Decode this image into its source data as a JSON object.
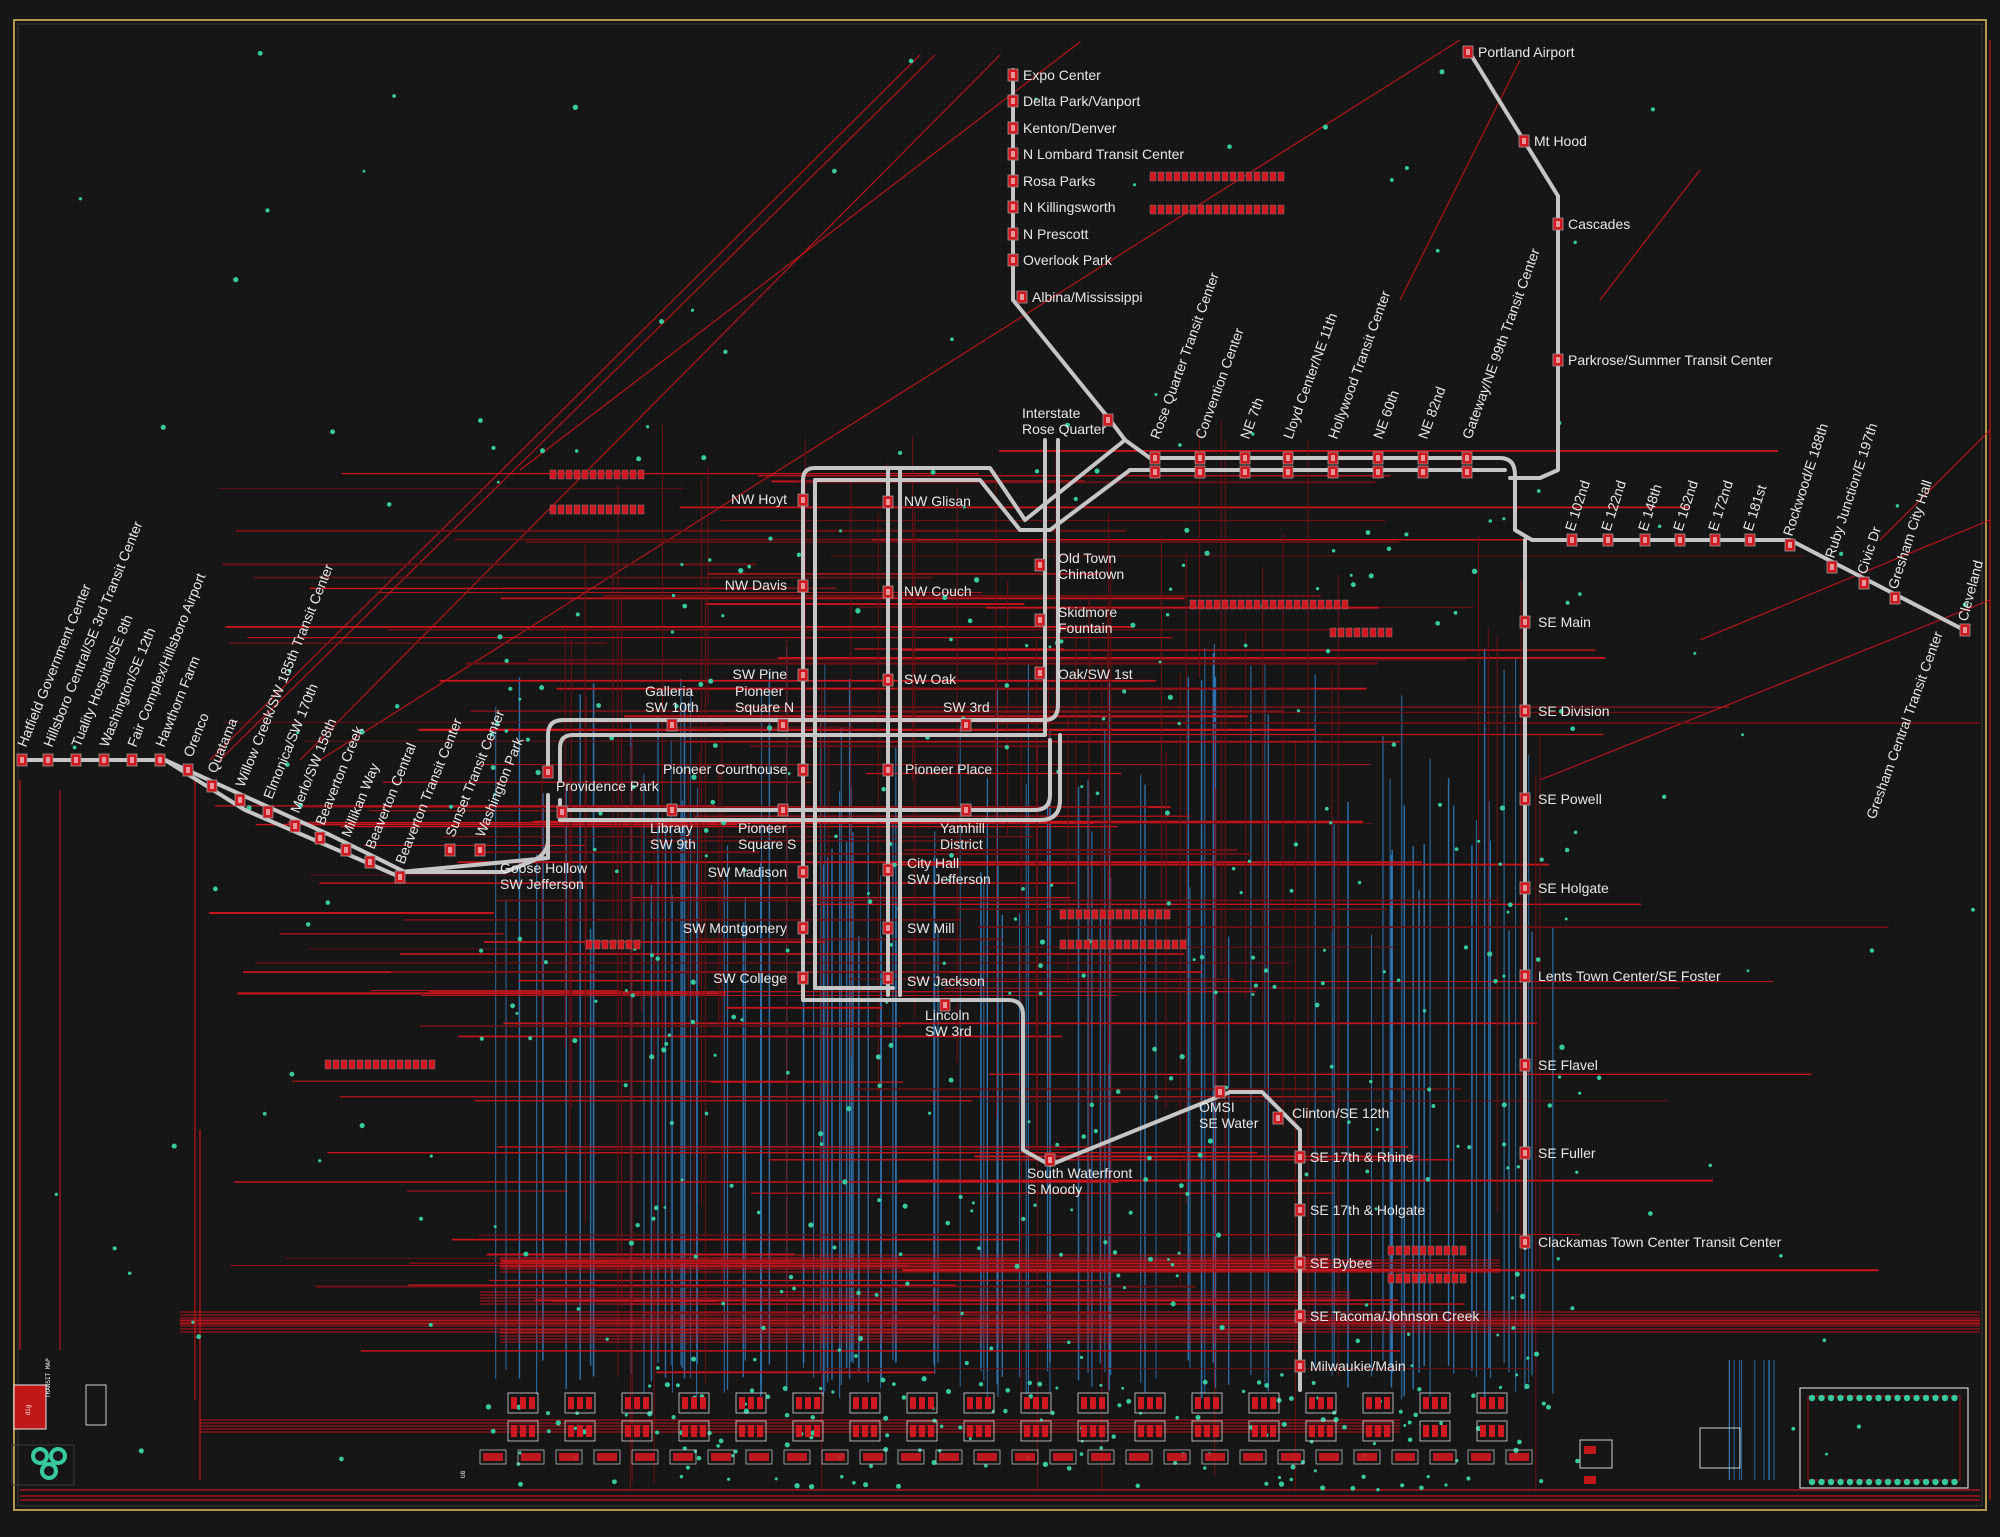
{
  "colors": {
    "background": "#161616",
    "frame": "#b09850",
    "grid": "#262626",
    "top_trace": "#c8141c",
    "top_trace_dim": "#6e1014",
    "bottom_trace": "#2f7fc2",
    "via": "#37c9a0",
    "pad": "#d01820",
    "silkscreen": "#e6e6e6",
    "line_track": "#c8c8c8"
  },
  "stations": {
    "yellow": [
      "Expo Center",
      "Delta Park/Vanport",
      "Kenton/Denver",
      "N Lombard Transit Center",
      "Rosa Parks",
      "N Killingsworth",
      "N Prescott",
      "Overlook Park",
      "Albina/Mississippi"
    ],
    "interstate_rq": [
      "Interstate",
      "Rose Quarter"
    ],
    "red_north": [
      "Portland Airport",
      "Mt Hood",
      "Cascades",
      "Parkrose/Summer Transit Center"
    ],
    "north_mall": [
      "NW Hoyt",
      "NW Davis",
      "SW Pine",
      "NW Glisan",
      "NW Couch",
      "SW Oak"
    ],
    "old_town": [
      "Old Town",
      "Chinatown"
    ],
    "skidmore": [
      "Skidmore",
      "Fountain"
    ],
    "oak_1st": "Oak/SW 1st",
    "galleria": [
      "Galleria",
      "SW 10th"
    ],
    "pioneer_n": [
      "Pioneer",
      "Square N"
    ],
    "sw_3rd": "SW 3rd",
    "providence": "Providence Park",
    "courthouse": "Pioneer Courthouse",
    "pioneer_place": "Pioneer Place",
    "library": [
      "Library",
      "SW 9th"
    ],
    "pioneer_s": [
      "Pioneer",
      "Square S"
    ],
    "yamhill": [
      "Yamhill",
      "District"
    ],
    "goose": [
      "Goose Hollow",
      "SW Jefferson"
    ],
    "madison": "SW Madison",
    "city_hall": [
      "City Hall",
      "SW Jefferson"
    ],
    "montgomery": "SW Montgomery",
    "sw_mill": "SW Mill",
    "college": "SW College",
    "jackson": "SW Jackson",
    "lincoln": [
      "Lincoln",
      "SW 3rd"
    ],
    "east_diag": [
      "Rose Quarter Transit Center",
      "Convention Center",
      "NE 7th",
      "Lloyd Center/NE 11th",
      "Hollywood Transit Center",
      "NE 60th",
      "NE 82nd",
      "Gateway/NE 99th Transit Center"
    ],
    "blue_east": [
      "E 102nd",
      "E 122nd",
      "E 148th",
      "E 162nd",
      "E 172nd",
      "E 181st",
      "Rockwood/E 188th",
      "Ruby Junction/E 197th",
      "Civic Dr",
      "Gresham City Hall",
      "Cleveland",
      "Gresham Central Transit Center"
    ],
    "green": [
      "SE Main",
      "SE Division",
      "SE Powell",
      "SE Holgate",
      "Lents Town Center/SE Foster",
      "SE Flavel",
      "SE Fuller",
      "Clackamas Town Center Transit Center"
    ],
    "west": [
      "Hatfield Government Center",
      "Hillsboro Central/SE 3rd Transit Center",
      "Tuality Hospital/SE 8th",
      "Washington/SE 12th",
      "Fair Complex/Hillsboro Airport",
      "Hawthorn Farm",
      "Orenco",
      "Quatama",
      "Willow Creek/SW 185th Transit Center",
      "Elmonica/SW 170th",
      "Merlo/SW 158th",
      "Beaverton Creek",
      "Millikan Way",
      "Beaverton Central",
      "Beaverton Transit Center",
      "Sunset Transit Center",
      "Washington Park"
    ],
    "omsi": [
      "OMSI",
      "SE Water"
    ],
    "clinton": "Clinton/SE 12th",
    "south_wf": [
      "South Waterfront",
      "S Moody"
    ],
    "orange": [
      "SE 17th & Rhine",
      "SE 17th & Holgate",
      "SE Bybee",
      "SE Tacoma/Johnson Creek",
      "Milwaukie/Main"
    ]
  },
  "silkscreen": {
    "logo_text": "dig",
    "badge_text": "TRANSIT MAP",
    "footer_code": "U8"
  }
}
